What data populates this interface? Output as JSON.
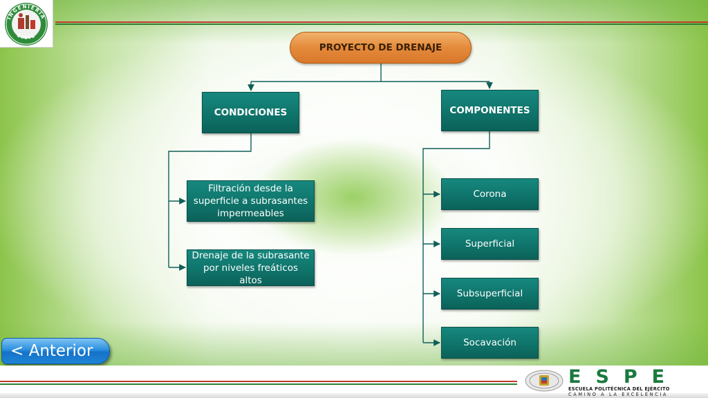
{
  "diagram": {
    "root": "PROYECTO DE DRENAJE",
    "branches": [
      {
        "label": "CONDICIONES",
        "children": [
          "Filtración desde la superficie a subrasantes impermeables",
          "Drenaje de la subrasante por niveles freáticos altos"
        ]
      },
      {
        "label": "COMPONENTES",
        "children": [
          "Corona",
          "Superficial",
          "Subsuperficial",
          "Socavación"
        ]
      }
    ]
  },
  "navigation": {
    "previous_label": "< Anterior"
  },
  "logo": {
    "ring_text": "INGENIERIA CIVIL"
  },
  "footer": {
    "brand": "ESPE",
    "line1": "ESCUELA POLITÉCNICA DEL EJÉRCITO",
    "line2": "CAMINO A LA EXCELENCIA"
  },
  "colors": {
    "node_teal": "#0f746b",
    "root_orange": "#e48a3b",
    "connector": "#0f5f58",
    "brand_green": "#1a7a3e"
  }
}
